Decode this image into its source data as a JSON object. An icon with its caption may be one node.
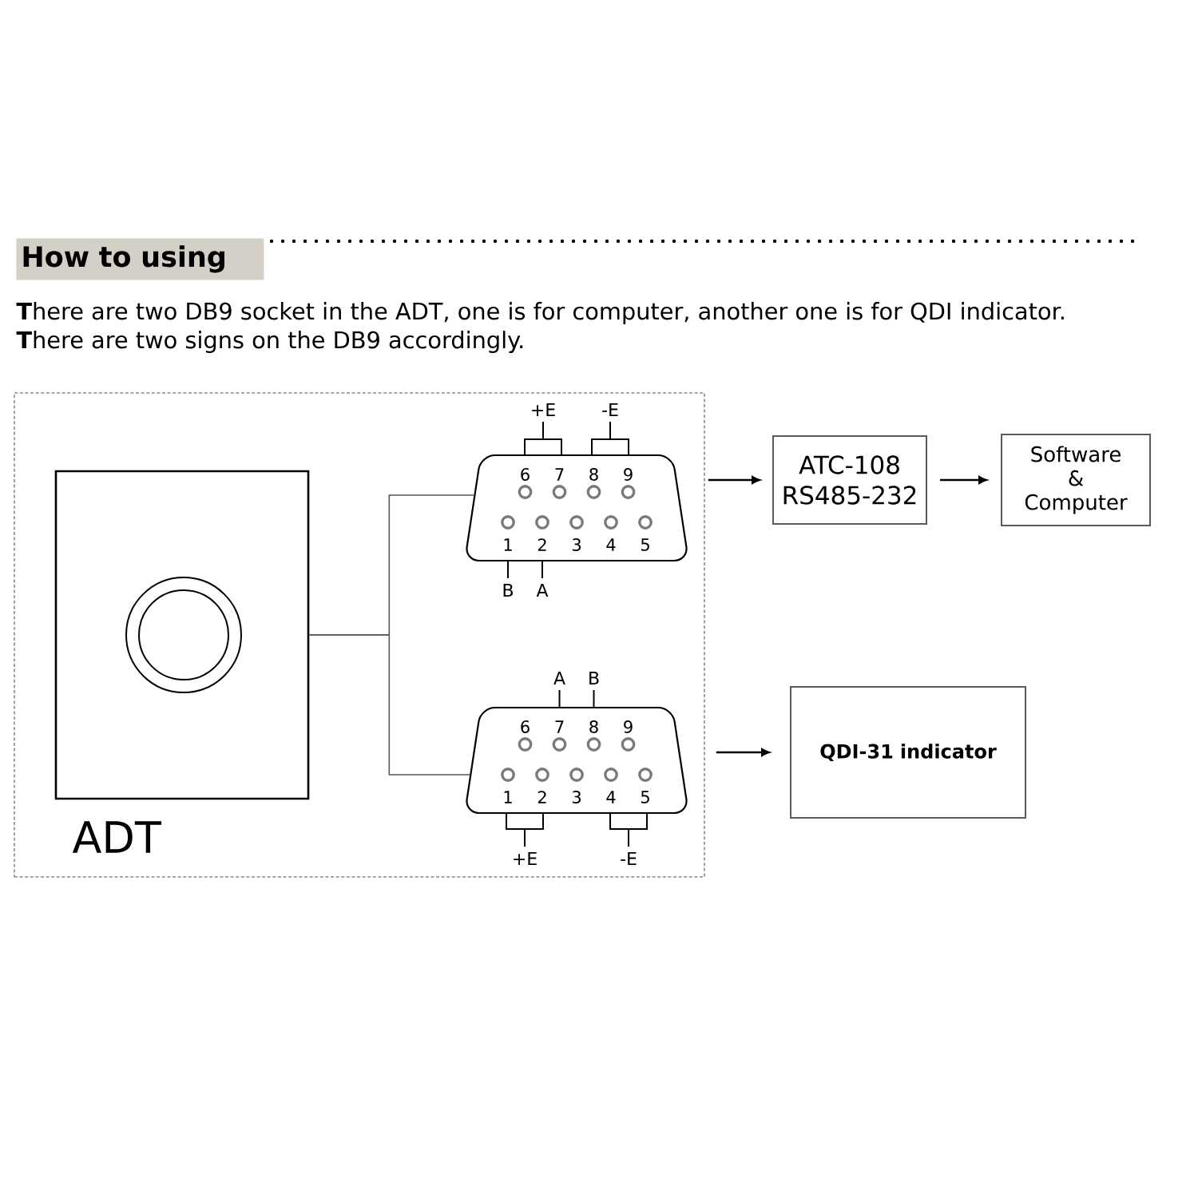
{
  "diagram": {
    "title": "How to using",
    "nodes": [
      {
        "text": [],
        "shape": "box"
      },
      {
        "text": [
          "ADT"
        ],
        "in": 0
      },
      {
        "text": [
          "6",
          "7",
          "8",
          "9",
          "1",
          "2",
          "3",
          "4",
          "5"
        ],
        "beside": [
          "+E",
          "-E",
          "B",
          "A"
        ],
        "in": 0
      },
      {
        "text": [
          "6",
          "7",
          "8",
          "9",
          "1",
          "2",
          "3",
          "4",
          "5"
        ],
        "beside": [
          "A",
          "B",
          "+E",
          "-E"
        ],
        "in": 0
      },
      {
        "text": [
          "ATC-108 RS485-232"
        ]
      },
      {
        "text": [
          "Software & Computer"
        ]
      },
      {
        "text": [
          "QDI-31 indicator"
        ]
      }
    ],
    "edges": [
      {
        "from": 1,
        "to": 2,
        "arrow": "none"
      },
      {
        "from": 1,
        "to": 3,
        "arrow": "none"
      },
      {
        "from": 0,
        "to": 4,
        "arrow": "to"
      },
      {
        "from": 4,
        "to": 5,
        "arrow": "to"
      },
      {
        "from": 0,
        "to": 6,
        "arrow": "to"
      }
    ],
    "labels": [
      "**T**here are two DB9 socket in the ADT, one is for computer, another one is for QDI indicator.",
      "**T**here are two signs on the DB9 accordingly."
    ]
  }
}
